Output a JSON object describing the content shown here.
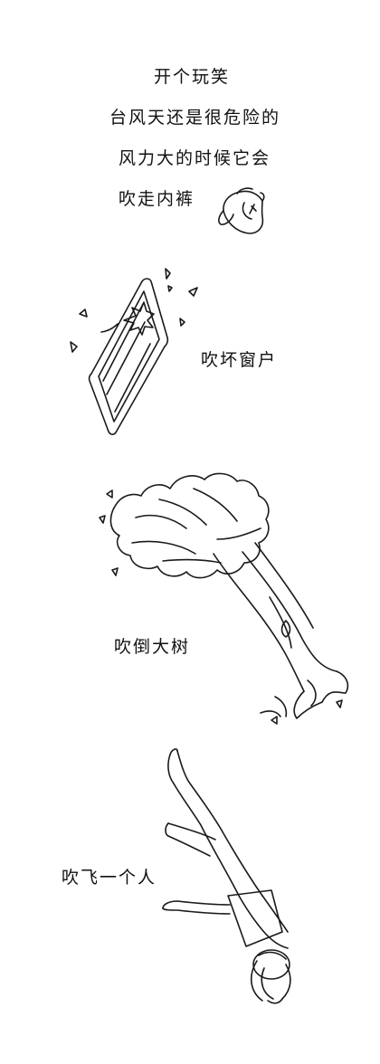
{
  "lines": {
    "line1": "开个玩笑",
    "line2": "台风天还是很危险的",
    "line3": "风力大的时候它会",
    "line4": "吹走内裤",
    "line5": "吹坏窗户",
    "line6": "吹倒大树",
    "line7": "吹飞一个人"
  },
  "colors": {
    "background": "#ffffff",
    "ink": "#1a1a1a"
  },
  "illustrations": [
    "underwear-drawing",
    "broken-window-drawing",
    "bent-tree-drawing",
    "flying-person-drawing"
  ]
}
